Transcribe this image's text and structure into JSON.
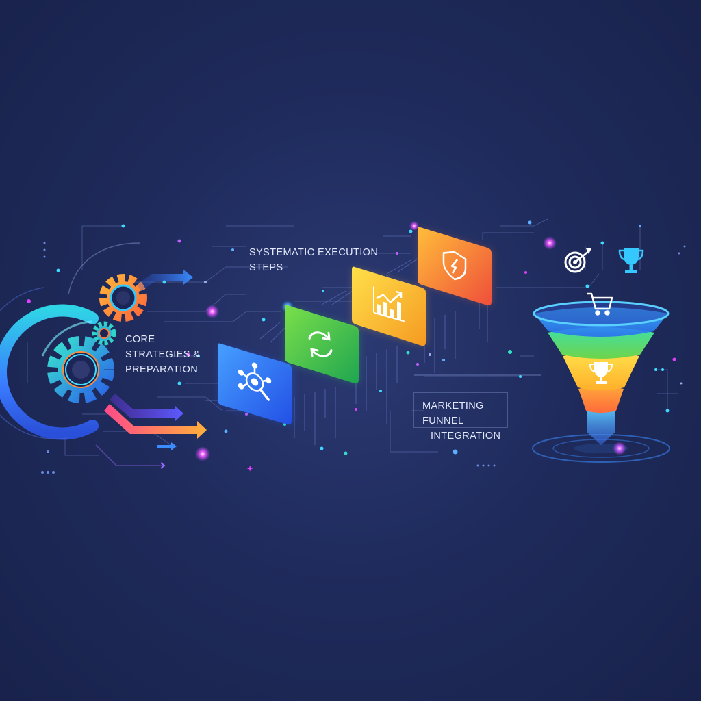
{
  "labels": {
    "core": [
      "CORE",
      "STRATEGIES &",
      "PREPARATION"
    ],
    "execution": [
      "SYSTEMATIC EXECUTION",
      "STEPS"
    ],
    "funnel": [
      "MARKETING FUNNEL",
      "INTEGRATION"
    ]
  },
  "step_cards": [
    {
      "icon": "search-network-icon",
      "color_from": "#3b8bff",
      "color_to": "#2356e8"
    },
    {
      "icon": "refresh-cycle-icon",
      "color_from": "#5ed24a",
      "color_to": "#25a84a"
    },
    {
      "icon": "growth-chart-icon",
      "color_from": "#ffd83a",
      "color_to": "#f6a623"
    },
    {
      "icon": "shield-bolt-icon",
      "color_from": "#ffb03a",
      "color_to": "#f05a3a"
    }
  ],
  "funnel_icons": [
    "target-icon",
    "trophy-icon",
    "shopping-cart-icon",
    "trophy-icon"
  ],
  "colors": {
    "background": "#1f2b5c",
    "accent_blue": "#3aa0ff",
    "accent_magenta": "#e040fb",
    "accent_teal": "#30e0c8",
    "accent_orange": "#ff8a3a"
  }
}
